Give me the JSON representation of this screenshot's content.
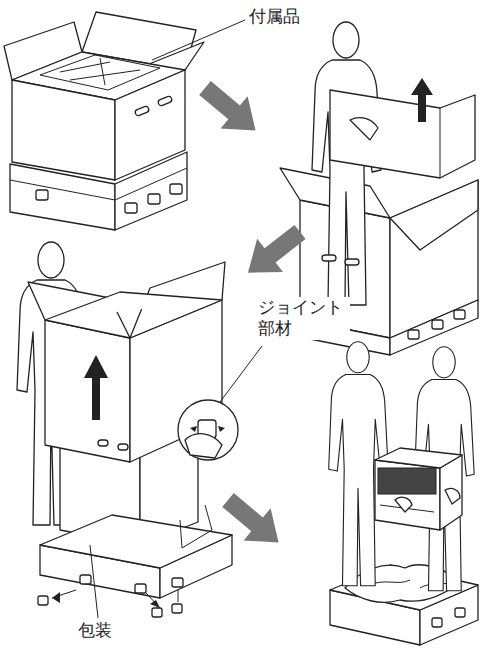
{
  "diagram": {
    "labels": [
      "付属品",
      "ジョイント部材",
      "包装"
    ]
  }
}
